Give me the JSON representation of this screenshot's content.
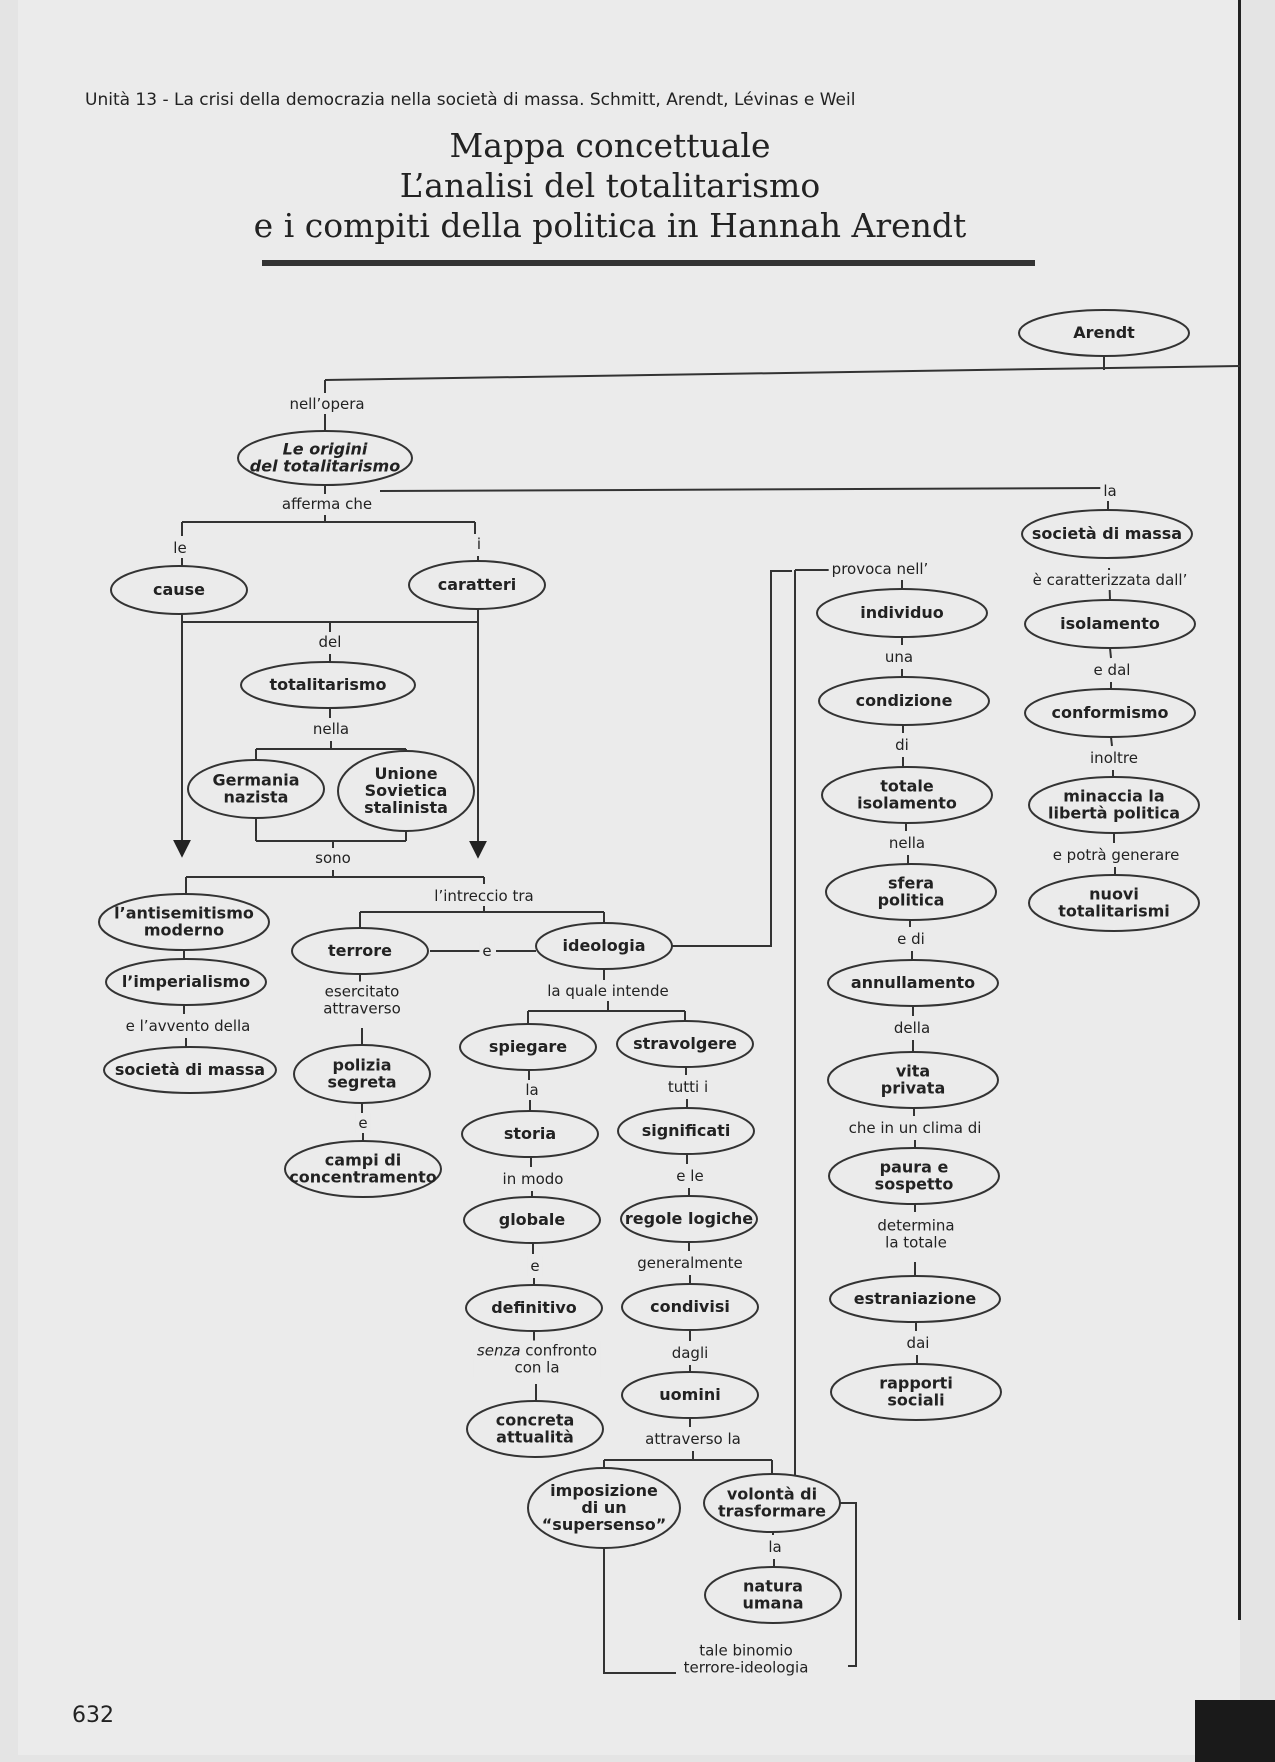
{
  "page": {
    "running_head": "Unità 13 - La crisi della democrazia nella società di massa. Schmitt, Arendt, Lévinas e Weil",
    "title_lines": [
      "Mappa concettuale",
      "L’analisi del totalitarismo",
      "e i compiti della politica in Hannah Arendt"
    ],
    "page_number": "632"
  },
  "nodes": [
    {
      "id": "arendt",
      "lines": [
        "Arendt"
      ]
    },
    {
      "id": "origini",
      "lines": [
        "Le origini",
        "del totalitarismo"
      ],
      "italic": true
    },
    {
      "id": "cause",
      "lines": [
        "cause"
      ]
    },
    {
      "id": "caratteri",
      "lines": [
        "caratteri"
      ]
    },
    {
      "id": "totalitarismo",
      "lines": [
        "totalitarismo"
      ]
    },
    {
      "id": "germania",
      "lines": [
        "Germania",
        "nazista"
      ]
    },
    {
      "id": "unione",
      "lines": [
        "Unione",
        "Sovietica",
        "stalinista"
      ]
    },
    {
      "id": "antisemitismo",
      "lines": [
        "l’antisemitismo",
        "moderno"
      ]
    },
    {
      "id": "imperialismo",
      "lines": [
        "l’imperialismo"
      ]
    },
    {
      "id": "societa1",
      "lines": [
        "società di massa"
      ]
    },
    {
      "id": "terrore",
      "lines": [
        "terrore"
      ]
    },
    {
      "id": "ideologia",
      "lines": [
        "ideologia"
      ]
    },
    {
      "id": "polizia",
      "lines": [
        "polizia",
        "segreta"
      ]
    },
    {
      "id": "campi",
      "lines": [
        "campi di",
        "concentramento"
      ]
    },
    {
      "id": "spiegare",
      "lines": [
        "spiegare"
      ]
    },
    {
      "id": "stravolgere",
      "lines": [
        "stravolgere"
      ]
    },
    {
      "id": "storia",
      "lines": [
        "storia"
      ]
    },
    {
      "id": "significati",
      "lines": [
        "significati"
      ]
    },
    {
      "id": "globale",
      "lines": [
        "globale"
      ]
    },
    {
      "id": "regole",
      "lines": [
        "regole logiche"
      ]
    },
    {
      "id": "definitivo",
      "lines": [
        "definitivo"
      ]
    },
    {
      "id": "condivisi",
      "lines": [
        "condivisi"
      ]
    },
    {
      "id": "concreta",
      "lines": [
        "concreta",
        "attualità"
      ]
    },
    {
      "id": "uomini",
      "lines": [
        "uomini"
      ]
    },
    {
      "id": "imposizione",
      "lines": [
        "imposizione",
        "di un",
        "“supersenso”"
      ]
    },
    {
      "id": "volonta",
      "lines": [
        "volontà di",
        "trasformare"
      ]
    },
    {
      "id": "natura",
      "lines": [
        "natura",
        "umana"
      ]
    },
    {
      "id": "individuo",
      "lines": [
        "individuo"
      ]
    },
    {
      "id": "condizione",
      "lines": [
        "condizione"
      ]
    },
    {
      "id": "totale_iso",
      "lines": [
        "totale",
        "isolamento"
      ]
    },
    {
      "id": "sfera",
      "lines": [
        "sfera",
        "politica"
      ]
    },
    {
      "id": "annullamento",
      "lines": [
        "annullamento"
      ]
    },
    {
      "id": "vita",
      "lines": [
        "vita",
        "privata"
      ]
    },
    {
      "id": "paura",
      "lines": [
        "paura e",
        "sospetto"
      ]
    },
    {
      "id": "estraniazione",
      "lines": [
        "estraniazione"
      ]
    },
    {
      "id": "rapporti",
      "lines": [
        "rapporti",
        "sociali"
      ]
    },
    {
      "id": "societa2",
      "lines": [
        "società di massa"
      ]
    },
    {
      "id": "isolamento",
      "lines": [
        "isolamento"
      ]
    },
    {
      "id": "conformismo",
      "lines": [
        "conformismo"
      ]
    },
    {
      "id": "minaccia",
      "lines": [
        "minaccia la",
        "libertà politica"
      ]
    },
    {
      "id": "nuovi",
      "lines": [
        "nuovi",
        "totalitarismi"
      ]
    }
  ],
  "links": [
    {
      "id": "l_nellopera",
      "lines": [
        "nell’opera"
      ]
    },
    {
      "id": "l_afferma",
      "lines": [
        "afferma che"
      ]
    },
    {
      "id": "l_la_top",
      "lines": [
        "la"
      ]
    },
    {
      "id": "l_le",
      "lines": [
        "le"
      ]
    },
    {
      "id": "l_i",
      "lines": [
        "i"
      ]
    },
    {
      "id": "l_del",
      "lines": [
        "del"
      ]
    },
    {
      "id": "l_nella_tot",
      "lines": [
        "nella"
      ]
    },
    {
      "id": "l_sono",
      "lines": [
        "sono"
      ]
    },
    {
      "id": "l_intreccio",
      "lines": [
        "l’intreccio tra"
      ]
    },
    {
      "id": "l_e_terrore",
      "lines": [
        "e"
      ]
    },
    {
      "id": "l_avvento",
      "lines": [
        "e l’avvento della"
      ]
    },
    {
      "id": "l_esercitato",
      "lines": [
        "esercitato",
        "attraverso"
      ]
    },
    {
      "id": "l_e_polizia",
      "lines": [
        "e"
      ]
    },
    {
      "id": "l_quale",
      "lines": [
        "la quale intende"
      ]
    },
    {
      "id": "l_la_storia",
      "lines": [
        "la"
      ]
    },
    {
      "id": "l_tutti",
      "lines": [
        "tutti i"
      ]
    },
    {
      "id": "l_modo",
      "lines": [
        "in modo"
      ]
    },
    {
      "id": "l_ele",
      "lines": [
        "e le"
      ]
    },
    {
      "id": "l_e_globale",
      "lines": [
        "e"
      ]
    },
    {
      "id": "l_generalmente",
      "lines": [
        "generalmente"
      ]
    },
    {
      "id": "l_senza",
      "lines": [
        "senza confronto",
        "con la"
      ],
      "italic_first_word": "senza"
    },
    {
      "id": "l_dagli",
      "lines": [
        "dagli"
      ]
    },
    {
      "id": "l_attraverso",
      "lines": [
        "attraverso la"
      ]
    },
    {
      "id": "l_la_natura",
      "lines": [
        "la"
      ]
    },
    {
      "id": "l_binomio",
      "lines": [
        "tale binomio",
        "terrore-ideologia"
      ]
    },
    {
      "id": "l_provoca",
      "lines": [
        "provoca nell’"
      ]
    },
    {
      "id": "l_una",
      "lines": [
        "una"
      ]
    },
    {
      "id": "l_di",
      "lines": [
        "di"
      ]
    },
    {
      "id": "l_nella_sfera",
      "lines": [
        "nella"
      ]
    },
    {
      "id": "l_edi",
      "lines": [
        "e di"
      ]
    },
    {
      "id": "l_della",
      "lines": [
        "della"
      ]
    },
    {
      "id": "l_clima",
      "lines": [
        "che in un clima di"
      ]
    },
    {
      "id": "l_determina",
      "lines": [
        "determina",
        "la totale"
      ]
    },
    {
      "id": "l_dai",
      "lines": [
        "dai"
      ]
    },
    {
      "id": "l_caratterizzata",
      "lines": [
        "è caratterizzata dall’"
      ]
    },
    {
      "id": "l_edal",
      "lines": [
        "e dal"
      ]
    },
    {
      "id": "l_inoltre",
      "lines": [
        "inoltre"
      ]
    },
    {
      "id": "l_potra",
      "lines": [
        "e potrà generare"
      ]
    }
  ]
}
